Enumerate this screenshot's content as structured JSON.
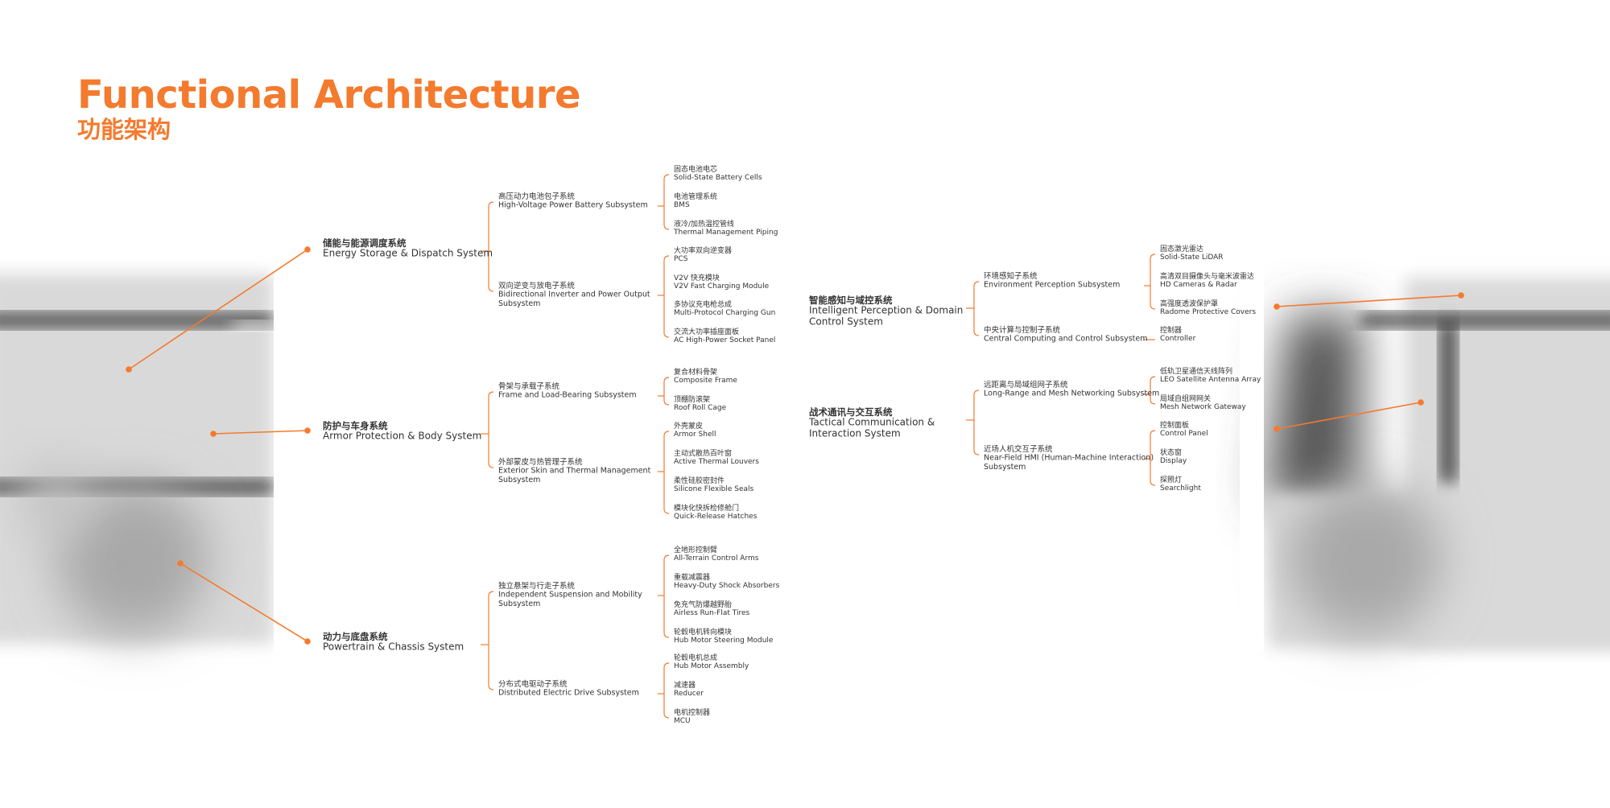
{
  "title": {
    "en": "Functional Architecture",
    "zh": "功能架构"
  },
  "colors": {
    "accent": "#f47a2e",
    "text": "#333333",
    "vehicle_light": "#d9d9d9",
    "vehicle_dark": "#333333"
  },
  "systems": [
    {
      "zh": "储能与能源调度系统",
      "en": [
        "Energy Storage & Dispatch System"
      ],
      "subsystems": [
        {
          "zh": "高压动力电池包子系统",
          "en": [
            "High-Voltage Power Battery Subsystem"
          ],
          "items": [
            {
              "zh": "固态电池电芯",
              "en": "Solid-State Battery Cells"
            },
            {
              "zh": "电池管理系统",
              "en": "BMS"
            },
            {
              "zh": "液冷/加热温控管线",
              "en": "Thermal Management Piping"
            }
          ]
        },
        {
          "zh": "双向逆变与放电子系统",
          "en": [
            "Bidirectional Inverter and Power Output",
            "Subsystem"
          ],
          "items": [
            {
              "zh": "大功率双向逆变器",
              "en": "PCS"
            },
            {
              "zh": "V2V 快充模块",
              "en": "V2V Fast Charging Module"
            },
            {
              "zh": "多协议充电枪总成",
              "en": "Multi-Protocol Charging Gun"
            },
            {
              "zh": "交流大功率插座面板",
              "en": "AC High-Power Socket Panel"
            }
          ]
        }
      ]
    },
    {
      "zh": "防护与车身系统",
      "en": [
        "Armor Protection & Body System"
      ],
      "subsystems": [
        {
          "zh": "骨架与承载子系统",
          "en": [
            "Frame and Load-Bearing Subsystem"
          ],
          "items": [
            {
              "zh": "复合材料骨架",
              "en": "Composite Frame"
            },
            {
              "zh": "顶棚防滚架",
              "en": "Roof Roll Cage"
            }
          ]
        },
        {
          "zh": "外部蒙皮与热管理子系统",
          "en": [
            "Exterior Skin and Thermal Management",
            "Subsystem"
          ],
          "items": [
            {
              "zh": "外壳蒙皮",
              "en": "Armor Shell"
            },
            {
              "zh": "主动式散热百叶窗",
              "en": "Active Thermal Louvers"
            },
            {
              "zh": "柔性硅胶密封件",
              "en": "Silicone Flexible Seals"
            },
            {
              "zh": "模块化快拆检修舱门",
              "en": "Quick-Release Hatches"
            }
          ]
        }
      ]
    },
    {
      "zh": "动力与底盘系统",
      "en": [
        "Powertrain & Chassis System"
      ],
      "subsystems": [
        {
          "zh": "独立悬架与行走子系统",
          "en": [
            "Independent Suspension and Mobility",
            "Subsystem"
          ],
          "items": [
            {
              "zh": "全地形控制臂",
              "en": "All-Terrain Control Arms"
            },
            {
              "zh": "重载减震器",
              "en": "Heavy-Duty Shock Absorbers"
            },
            {
              "zh": "免充气防爆越野胎",
              "en": "Airless Run-Flat Tires"
            },
            {
              "zh": "轮毂电机转向模块",
              "en": "Hub Motor Steering Module"
            }
          ]
        },
        {
          "zh": "分布式电驱动子系统",
          "en": [
            "Distributed Electric Drive Subsystem"
          ],
          "items": [
            {
              "zh": "轮毂电机总成",
              "en": "Hub Motor Assembly"
            },
            {
              "zh": "减速器",
              "en": "Reducer"
            },
            {
              "zh": "电机控制器",
              "en": "MCU"
            }
          ]
        }
      ]
    },
    {
      "zh": "智能感知与域控系统",
      "en": [
        "Intelligent Perception & Domain",
        "Control System"
      ],
      "subsystems": [
        {
          "zh": "环境感知子系统",
          "en": [
            "Environment Perception Subsystem"
          ],
          "items": [
            {
              "zh": "固态激光雷达",
              "en": "Solid-State LiDAR"
            },
            {
              "zh": "高清双目摄像头与毫米波雷达",
              "en": "HD Cameras & Radar"
            },
            {
              "zh": "高强度透波保护罩",
              "en": "Radome Protective Covers"
            }
          ]
        },
        {
          "zh": "中央计算与控制子系统",
          "en": [
            "Central Computing and Control Subsystem"
          ],
          "items": [
            {
              "zh": "控制器",
              "en": "Controller"
            }
          ]
        }
      ]
    },
    {
      "zh": "战术通讯与交互系统",
      "en": [
        "Tactical Communication &",
        "Interaction System"
      ],
      "subsystems": [
        {
          "zh": "远距离与局域组网子系统",
          "en": [
            "Long-Range and Mesh Networking Subsystem"
          ],
          "items": [
            {
              "zh": "低轨卫星通信天线阵列",
              "en": "LEO Satellite Antenna Array"
            },
            {
              "zh": "局域自组网网关",
              "en": "Mesh Network Gateway"
            }
          ]
        },
        {
          "zh": "近场人机交互子系统",
          "en": [
            "Near-Field HMI (Human-Machine Interaction)",
            "Subsystem"
          ],
          "items": [
            {
              "zh": "控制面板",
              "en": "Control Panel"
            },
            {
              "zh": "状态窗",
              "en": "Display"
            },
            {
              "zh": "探照灯",
              "en": "Searchlight"
            }
          ]
        }
      ]
    }
  ]
}
